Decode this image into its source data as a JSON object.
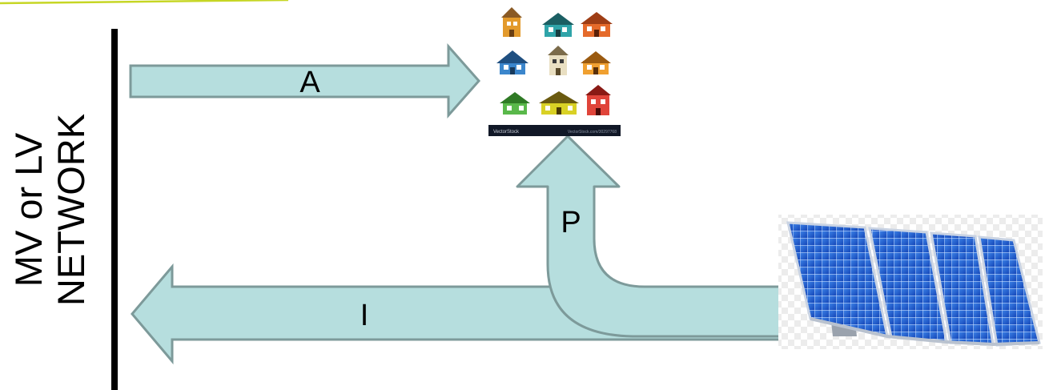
{
  "network": {
    "line1": "MV or LV",
    "line2": "NETWORK"
  },
  "arrows": {
    "a_label": "A",
    "p_label": "P",
    "i_label": "I"
  },
  "houses_image": {
    "watermark_left": "VectorStock",
    "watermark_right": "VectorStock.com/30297768"
  },
  "colors": {
    "arrow_fill": "#b6dede",
    "arrow_stroke": "#7d9a9a",
    "accent_line": "#c6d624",
    "solar_blue": "#1f5fd0"
  }
}
